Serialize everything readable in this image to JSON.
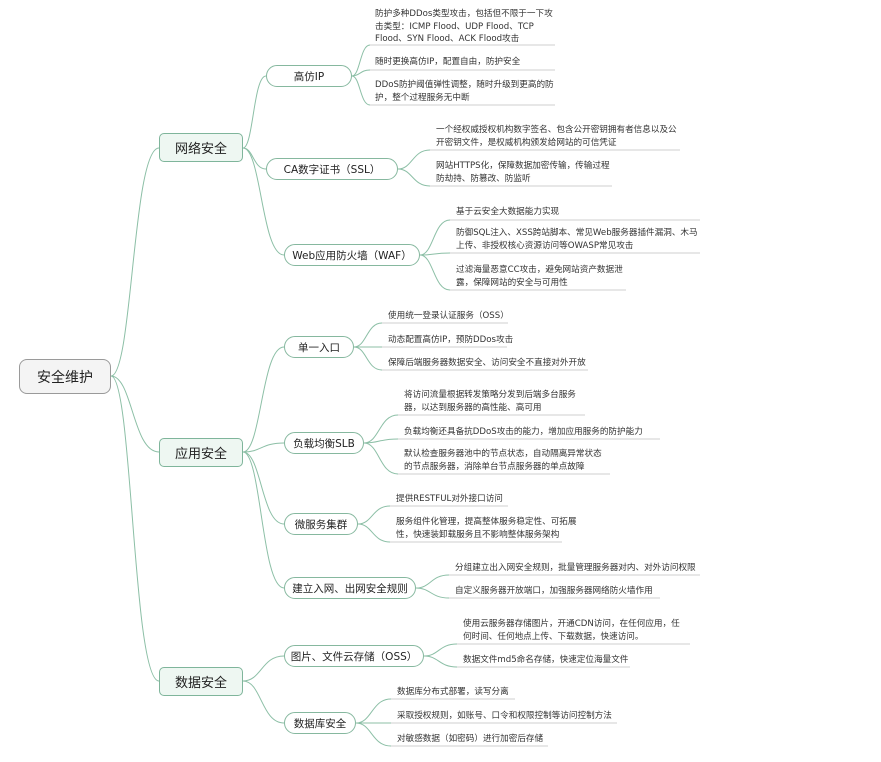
{
  "root": {
    "label": "安全维护"
  },
  "branches": [
    {
      "label": "网络安全",
      "groups": [
        {
          "label": "高仿IP",
          "items": [
            [
              "防护多种DDos类型攻击，包括但不限于一下攻",
              "击类型：ICMP Flood、UDP Flood、TCP",
              "Flood、SYN Flood、ACK Flood攻击"
            ],
            [
              "随时更换高仿IP，配置自由，防护安全"
            ],
            [
              "DDoS防护阈值弹性调整，随时升级到更高的防",
              "护，整个过程服务无中断"
            ]
          ]
        },
        {
          "label": "CA数字证书（SSL）",
          "items": [
            [
              "一个经权威授权机构数字签名、包含公开密钥拥有者信息以及公",
              "开密钥文件，是权威机构颁发给网站的可信凭证"
            ],
            [
              "网站HTTPS化，保障数据加密传输，传输过程",
              "防劫持、防篡改、防监听"
            ]
          ]
        },
        {
          "label": "Web应用防火墙（WAF）",
          "items": [
            [
              "基于云安全大数据能力实现"
            ],
            [
              "防御SQL注入、XSS跨站脚本、常见Web服务器插件漏洞、木马",
              "上传、非授权核心资源访问等OWASP常见攻击"
            ],
            [
              "过滤海量恶意CC攻击，避免网站资产数据泄",
              "露，保障网站的安全与可用性"
            ]
          ]
        }
      ]
    },
    {
      "label": "应用安全",
      "groups": [
        {
          "label": "单一入口",
          "items": [
            [
              "使用统一登录认证服务（OSS）"
            ],
            [
              "动态配置高仿IP，预防DDos攻击"
            ],
            [
              "保障后端服务器数据安全、访问安全不直接对外开放"
            ]
          ]
        },
        {
          "label": "负载均衡SLB",
          "items": [
            [
              "将访问流量根据转发策略分发到后端多台服务",
              "器，以达到服务器的高性能、高可用"
            ],
            [
              "负载均衡还具备抗DDoS攻击的能力，增加应用服务的防护能力"
            ],
            [
              "默认检查服务器池中的节点状态，自动隔离异常状态",
              "的节点服务器，消除单台节点服务器的单点故障"
            ]
          ]
        },
        {
          "label": "微服务集群",
          "items": [
            [
              "提供RESTFUL对外接口访问"
            ],
            [
              "服务组件化管理，提高整体服务稳定性、可拓展",
              "性，快速装卸载服务且不影响整体服务架构"
            ]
          ]
        },
        {
          "label": "建立入网、出网安全规则",
          "items": [
            [
              "分组建立出入网安全规则，批量管理服务器对内、对外访问权限"
            ],
            [
              "自定义服务器开放端口，加强服务器网络防火墙作用"
            ]
          ]
        }
      ]
    },
    {
      "label": "数据安全",
      "groups": [
        {
          "label": "图片、文件云存储（OSS）",
          "items": [
            [
              "使用云服务器存储图片，开通CDN访问，在任何应用，任",
              "何时间、任何地点上传、下载数据，快速访问。"
            ],
            [
              "数据文件md5命名存储，快速定位海量文件"
            ]
          ]
        },
        {
          "label": "数据库安全",
          "items": [
            [
              "数据库分布式部署，读写分离"
            ],
            [
              "采取授权规则，如账号、口令和权限控制等访问控制方法"
            ],
            [
              "对敏感数据（如密码）进行加密后存储"
            ]
          ]
        }
      ]
    }
  ]
}
